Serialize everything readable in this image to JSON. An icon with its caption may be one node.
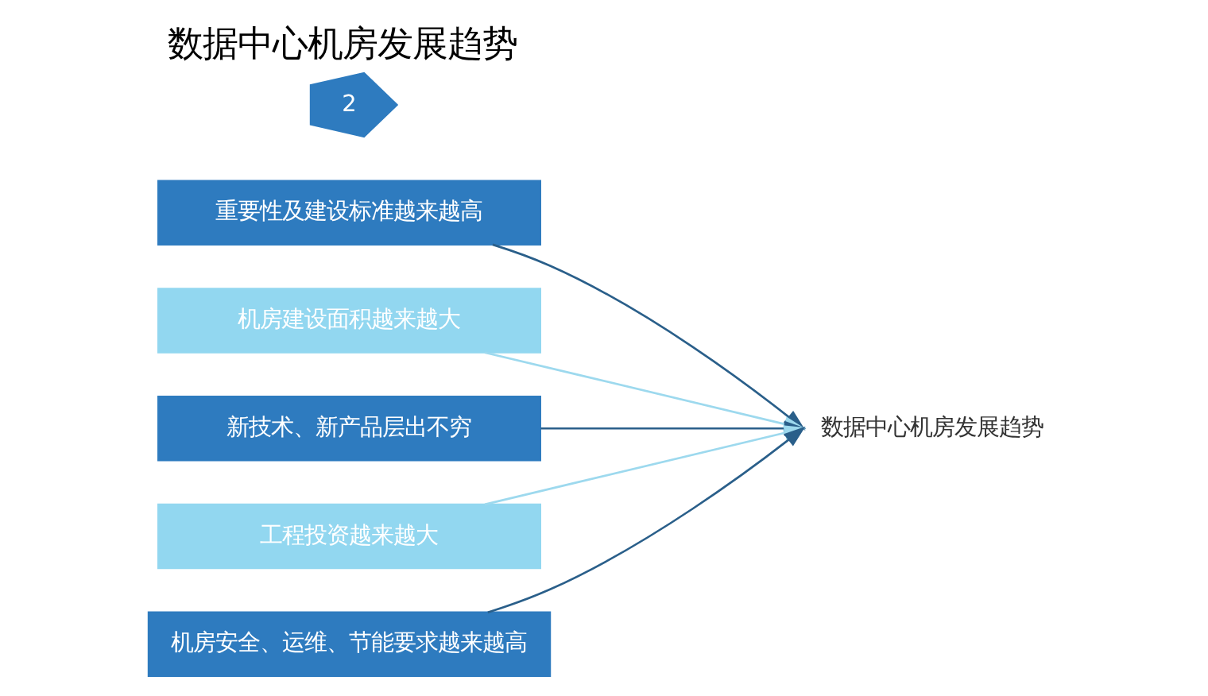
{
  "diagram": {
    "title": "数据中心机房发展趋势",
    "nodes": [
      {
        "text": [
          "重要性及建设标准越来越高"
        ]
      },
      {
        "text": [
          "机房建设面积越来越大"
        ]
      },
      {
        "text": [
          "新技术、新产品层出不穷"
        ]
      },
      {
        "text": [
          "工程投资越来越大"
        ]
      },
      {
        "text": [
          "机房安全、运维、节能要求越来越高"
        ]
      },
      {
        "text": [
          "数据中心机房发展趋势"
        ]
      }
    ],
    "edges": [
      {
        "from": 0,
        "to": 5,
        "arrow": "to"
      },
      {
        "from": 1,
        "to": 5,
        "arrow": "to",
        "color": "#9dd9ee"
      },
      {
        "from": 2,
        "to": 5,
        "arrow": "to"
      },
      {
        "from": 3,
        "to": 5,
        "arrow": "to",
        "color": "#9dd9ee"
      },
      {
        "from": 4,
        "to": 5,
        "arrow": "to"
      }
    ],
    "labels": [
      "2"
    ]
  }
}
